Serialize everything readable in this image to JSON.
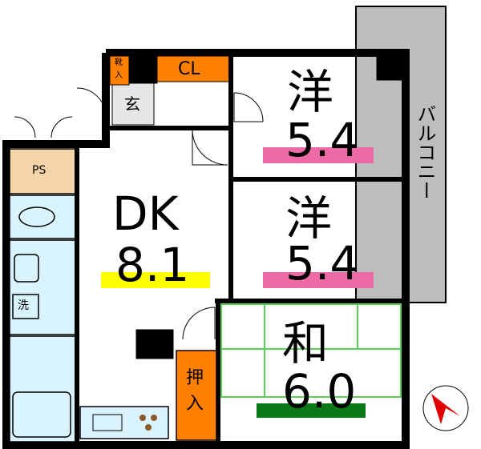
{
  "rooms": {
    "western1": {
      "kanji": "洋",
      "size": "5.4",
      "bar_color": "#ee6aa7"
    },
    "western2": {
      "kanji": "洋",
      "size": "5.4",
      "bar_color": "#ee6aa7"
    },
    "japanese": {
      "kanji": "和",
      "size": "6.0",
      "bar_color": "#0a7a17"
    },
    "dk": {
      "label": "DK",
      "size": "8.1",
      "bar_color": "#ffff00"
    }
  },
  "labels": {
    "balcony": "バルコニー",
    "closet": "CL",
    "entrance": "玄",
    "shoe_box_top": "靴",
    "shoe_box_bottom": "入",
    "ps": "PS",
    "washer": "洗",
    "oshiire_top": "押",
    "oshiire_bottom": "入"
  },
  "colors": {
    "orange": "#ff7f00",
    "balcony": "#bdbdbd",
    "tan": "#f4d5a8",
    "light_blue": "#d9f4ff",
    "tatami_green": "#5ad05a",
    "wall": "#000000"
  },
  "compass": {
    "icon": "north-arrow-icon"
  }
}
